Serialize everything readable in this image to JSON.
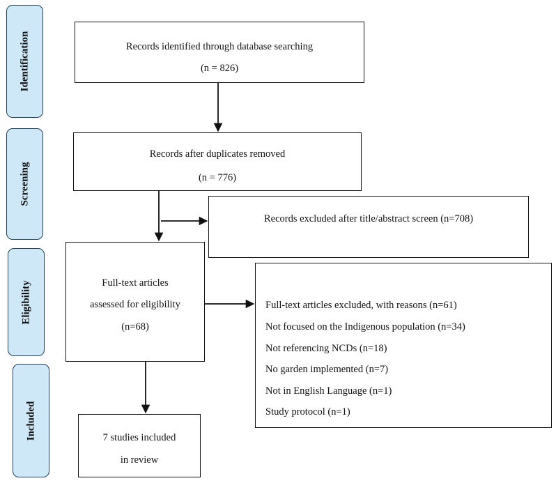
{
  "phases": {
    "identification": "Identification",
    "screening": "Screening",
    "eligibility": "Eligibility",
    "included": "Included"
  },
  "identified": {
    "line1": "Records identified through database searching",
    "line2": "(n = 826)"
  },
  "deduplicated": {
    "line1": "Records after duplicates removed",
    "line2": "(n = 776)"
  },
  "excluded_screen": {
    "line1": "Records excluded after title/abstract screen (n=708)"
  },
  "fulltext": {
    "line1": "Full-text articles",
    "line2": "assessed for eligibility",
    "line3": "(n=68)"
  },
  "excluded_fulltext": {
    "header": "Full-text articles excluded, with reasons (n=61)",
    "reasons": [
      "Not focused on the Indigenous population (n=34)",
      "Not referencing NCDs (n=18)",
      "No garden implemented (n=7)",
      "Not in English Language (n=1)",
      "Study protocol (n=1)"
    ]
  },
  "included": {
    "line1": "7 studies included",
    "line2": "in review"
  }
}
